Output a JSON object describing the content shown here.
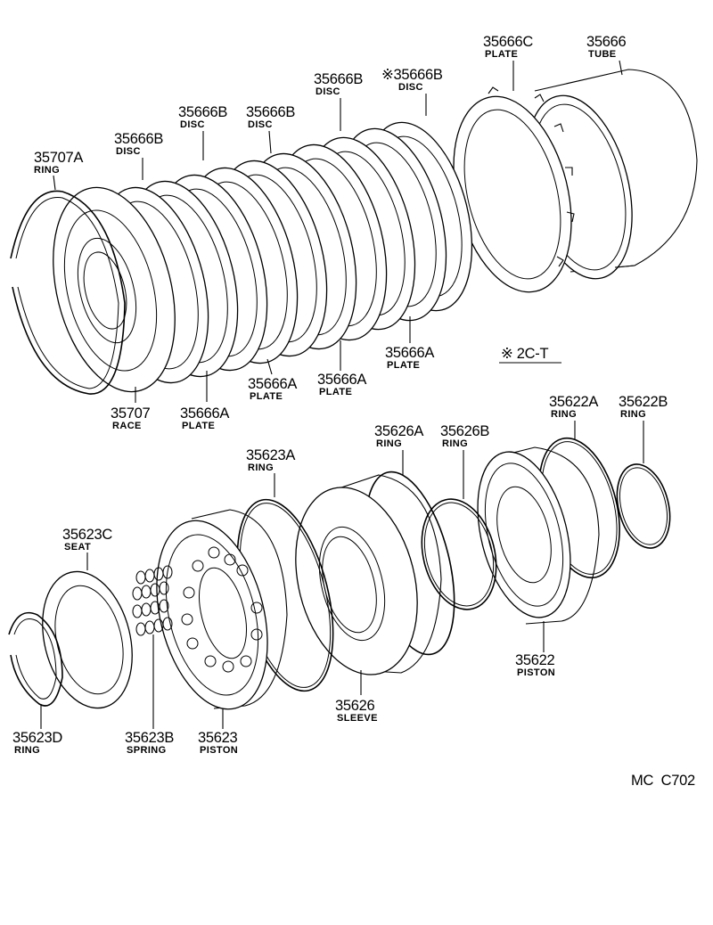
{
  "callouts": [
    {
      "id": "35707A",
      "part": "35707A",
      "name": "RING"
    },
    {
      "id": "35666B_1",
      "part": "35666B",
      "name": "DISC"
    },
    {
      "id": "35666B_2",
      "part": "35666B",
      "name": "DISC"
    },
    {
      "id": "35666B_3",
      "part": "35666B",
      "name": "DISC"
    },
    {
      "id": "35666B_4",
      "part": "35666B",
      "name": "DISC"
    },
    {
      "id": "35666B_5",
      "part": "※35666B",
      "name": "DISC"
    },
    {
      "id": "35666C",
      "part": "35666C",
      "name": "PLATE"
    },
    {
      "id": "35666",
      "part": "35666",
      "name": "TUBE"
    },
    {
      "id": "35707",
      "part": "35707",
      "name": "RACE"
    },
    {
      "id": "35666A_1",
      "part": "35666A",
      "name": "PLATE"
    },
    {
      "id": "35666A_2",
      "part": "35666A",
      "name": "PLATE"
    },
    {
      "id": "35666A_3",
      "part": "35666A",
      "name": "PLATE"
    },
    {
      "id": "35666A_4",
      "part": "35666A",
      "name": "PLATE"
    },
    {
      "id": "35623A",
      "part": "35623A",
      "name": "RING"
    },
    {
      "id": "35626A",
      "part": "35626A",
      "name": "RING"
    },
    {
      "id": "35626B",
      "part": "35626B",
      "name": "RING"
    },
    {
      "id": "35622A",
      "part": "35622A",
      "name": "RING"
    },
    {
      "id": "35622B",
      "part": "35622B",
      "name": "RING"
    },
    {
      "id": "35623C",
      "part": "35623C",
      "name": "SEAT"
    },
    {
      "id": "35622",
      "part": "35622",
      "name": "PISTON"
    },
    {
      "id": "35626",
      "part": "35626",
      "name": "SLEEVE"
    },
    {
      "id": "35623D",
      "part": "35623D",
      "name": "RING"
    },
    {
      "id": "35623B",
      "part": "35623B",
      "name": "SPRING"
    },
    {
      "id": "35623",
      "part": "35623",
      "name": "PISTON"
    }
  ],
  "note": "※ 2C-T",
  "figure_code": "MC  C702"
}
